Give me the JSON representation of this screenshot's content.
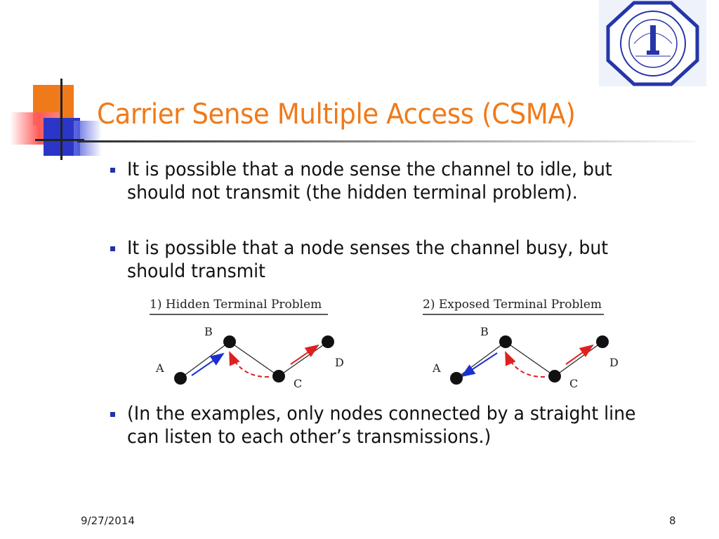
{
  "slide": {
    "title": "Carrier Sense Multiple Access (CSMA)",
    "bullets": [
      "It is possible that a node sense the channel to idle, but should not transmit (the hidden terminal problem).",
      "It is possible that a node senses the channel busy, but should transmit",
      "(In the examples, only nodes connected by a straight line can listen to each other’s transmissions.)"
    ],
    "footer": {
      "date": "9/27/2014",
      "page": "8"
    }
  },
  "colors": {
    "title": "#f07a1a",
    "bullet": "#2233aa",
    "arrow_blue": "#1b2fd0",
    "arrow_red": "#e02020"
  },
  "diagrams": [
    {
      "caption": "1) Hidden Terminal Problem",
      "nodes": [
        "A",
        "B",
        "C",
        "D"
      ]
    },
    {
      "caption": "2) Exposed Terminal Problem",
      "nodes": [
        "A",
        "B",
        "C",
        "D"
      ]
    }
  ]
}
